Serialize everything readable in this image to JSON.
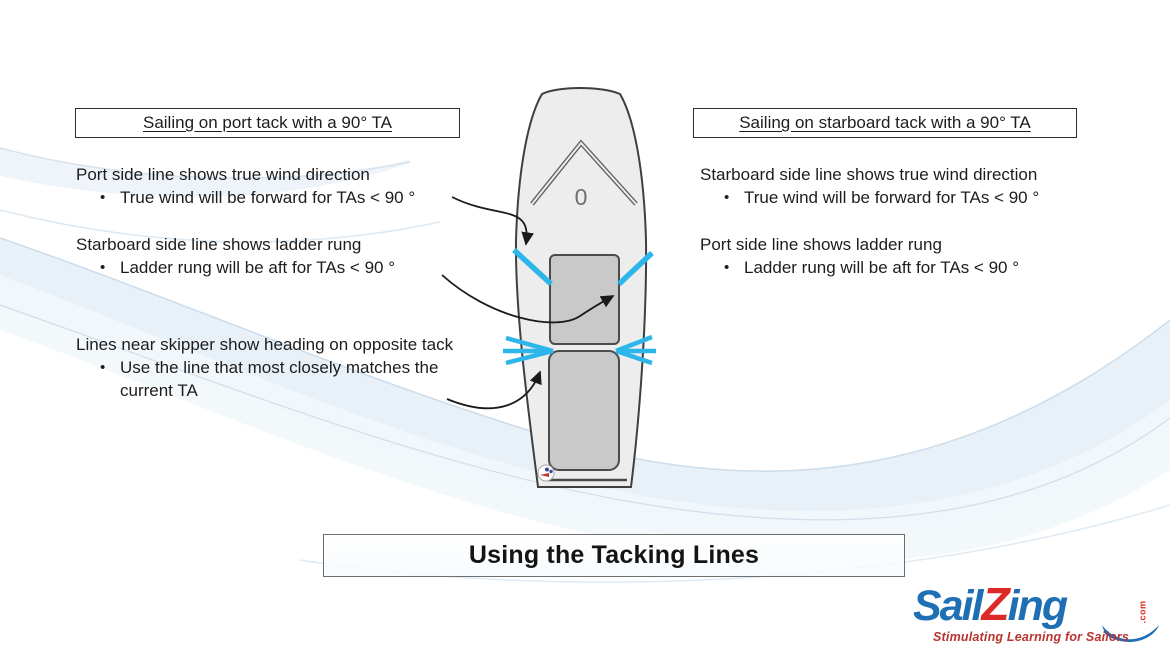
{
  "ui": {
    "bullet_char": "•"
  },
  "headings": {
    "left": "Sailing on port tack with a 90° TA",
    "right": "Sailing on starboard tack with a 90° TA",
    "bottom": "Using the Tacking Lines"
  },
  "left_panel": {
    "block1": {
      "line": "Port side line shows true wind direction",
      "bullet": "True wind will be forward for TAs < 90 °"
    },
    "block2": {
      "line": "Starboard side line shows ladder rung",
      "bullet": "Ladder rung will be aft for TAs < 90 °"
    },
    "block3": {
      "line": "Lines near skipper show heading on opposite tack",
      "bullet": "Use the line that most closely matches the current TA"
    }
  },
  "right_panel": {
    "block1": {
      "line": "Starboard side line shows true wind direction",
      "bullet": "True wind will be forward for TAs < 90 °"
    },
    "block2": {
      "line": "Port side line shows ladder rung",
      "bullet": "Ladder rung will be aft for TAs < 90 °"
    }
  },
  "boat": {
    "bow_label": "0"
  },
  "logo": {
    "part_sail": "Sail",
    "part_z": "Z",
    "part_ing": "ing",
    "part_com": ".com",
    "tagline": "Stimulating Learning for Sailors"
  },
  "colors": {
    "tack_line_cyan": "#2cb6e9",
    "logo_blue": "#1f6fb5",
    "logo_red": "#dd2a26",
    "tagline_red": "#b8342f",
    "wave_blue": "#e7eff7"
  }
}
